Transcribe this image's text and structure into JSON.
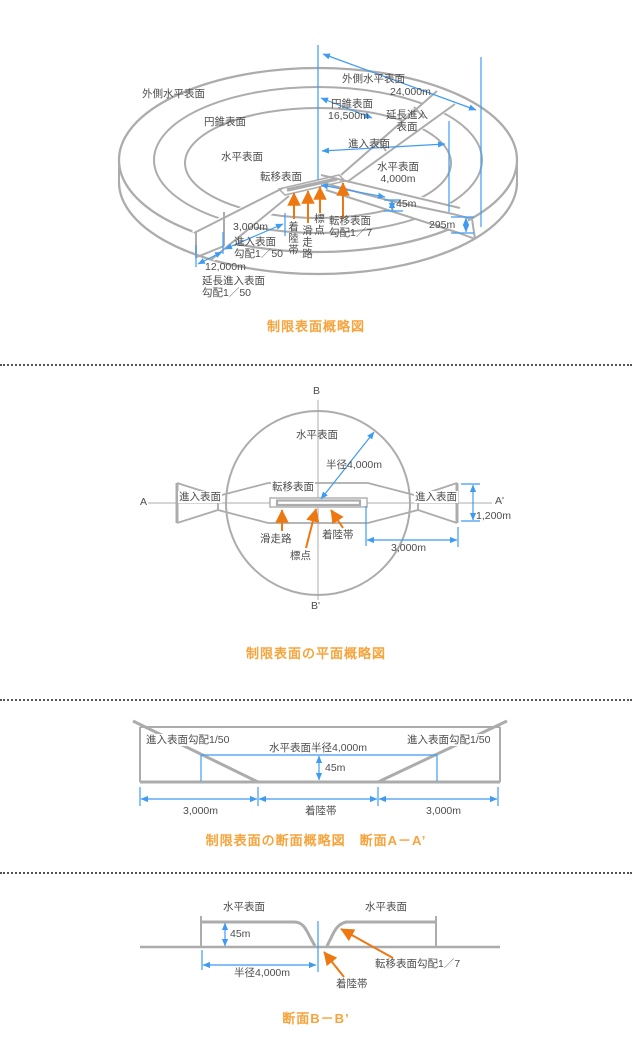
{
  "colors": {
    "line_gray": "#acacac",
    "text_gray": "#4d4d4d",
    "dimension_blue": "#3f9bf2",
    "arrow_orange": "#ed7812",
    "title_orange": "#f7a43c"
  },
  "overview": {
    "title": "制限表面概略図",
    "outer_horizontal_left": "外側水平表面",
    "conical_left": "円錐表面",
    "horizontal_left": "水平表面",
    "transitional_left": "転移表面",
    "outer_horizontal_right": "外側水平表面",
    "outer_horizontal_radius": "24,000m",
    "conical_right": "円錐表面",
    "conical_radius": "16,500m",
    "extended_approach_l1": "延長進入",
    "extended_approach_l2": "表面",
    "approach_right": "進入表面",
    "horizontal_right_l1": "水平表面",
    "horizontal_right_l2": "4,000m",
    "height_45m": "45m",
    "height_295m": "295m",
    "approach_length": "3,000m",
    "approach_slope_l1": "進入表面",
    "approach_slope_l2": "勾配1／50",
    "extended_length": "12,000m",
    "extended_slope_l1": "延長進入表面",
    "extended_slope_l2": "勾配1／50",
    "landing_strip": "着陸帯",
    "runway": "滑走路",
    "reference_point": "標点",
    "transitional_slope_l1": "転移表面",
    "transitional_slope_l2": "勾配1／7"
  },
  "plan": {
    "title": "制限表面の平面概略図",
    "b_top": "B",
    "b_bottom": "B'",
    "a_left": "A",
    "a_right": "A'",
    "horizontal_surface": "水平表面",
    "radius": "半径4,000m",
    "transitional_surface": "転移表面",
    "approach_left": "進入表面",
    "approach_right": "進入表面",
    "width_1200": "1,200m",
    "runway": "滑走路",
    "reference_point": "標点",
    "landing_strip": "着陸帯",
    "approach_length": "3,000m"
  },
  "section_aa": {
    "title": "制限表面の断面概略図　断面A－A’",
    "slope_left": "進入表面勾配1/50",
    "slope_right": "進入表面勾配1/50",
    "horizontal_radius": "水平表面半径4,000m",
    "height_45m": "45m",
    "left_3000": "3,000m",
    "landing_strip": "着陸帯",
    "right_3000": "3,000m"
  },
  "section_bb": {
    "title": "断面B－B’",
    "horizontal_left": "水平表面",
    "horizontal_right": "水平表面",
    "height_45m": "45m",
    "radius": "半径4,000m",
    "landing_strip": "着陸帯",
    "transitional_slope": "転移表面勾配1／7"
  }
}
